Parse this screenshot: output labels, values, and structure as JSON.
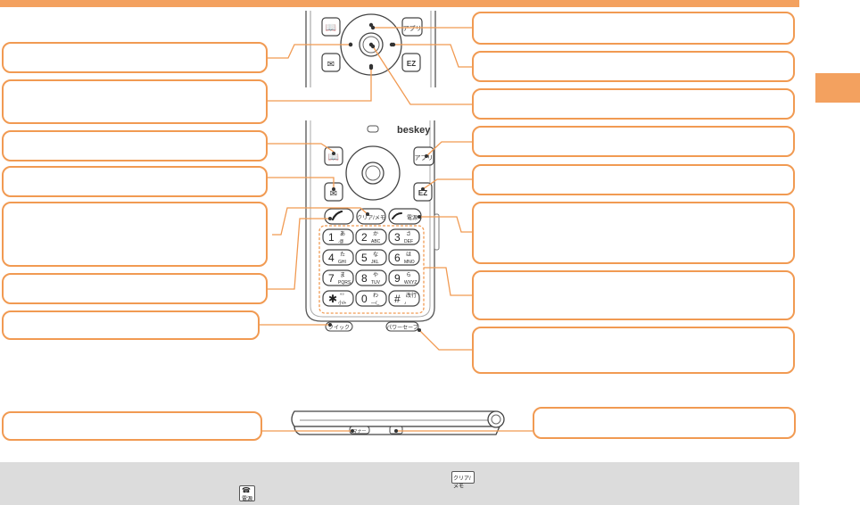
{
  "phone": {
    "brand": "beskey",
    "soft_keys": {
      "phonebook": "📖",
      "app": "アプリ",
      "mail": "✉",
      "ez": "EZ",
      "clear_memo": "クリア/メモ",
      "power_end": "電源",
      "quick": "クイック",
      "power_save": "パワーセーブ",
      "side_manner": "マナー"
    },
    "keypad": [
      {
        "num": "1",
        "kana": "あ",
        "sub": ".@"
      },
      {
        "num": "2",
        "kana": "か",
        "sub": "ABC"
      },
      {
        "num": "3",
        "kana": "さ",
        "sub": "DEF"
      },
      {
        "num": "4",
        "kana": "た",
        "sub": "GHI"
      },
      {
        "num": "5",
        "kana": "な",
        "sub": "JKL"
      },
      {
        "num": "6",
        "kana": "は",
        "sub": "MNO"
      },
      {
        "num": "7",
        "kana": "ま",
        "sub": "PQRS"
      },
      {
        "num": "8",
        "kana": "や",
        "sub": "TUV"
      },
      {
        "num": "9",
        "kana": "ら",
        "sub": "WXYZ"
      },
      {
        "num": "✱",
        "kana": "°°",
        "sub": "小/+"
      },
      {
        "num": "0",
        "kana": "わ",
        "sub": "—/_"
      },
      {
        "num": "#",
        "kana": "改行",
        "sub": "♪"
      }
    ]
  },
  "callouts": {
    "left": [
      "",
      "",
      "",
      "",
      "",
      "",
      ""
    ],
    "right": [
      "",
      "",
      "",
      "",
      "",
      "",
      "",
      ""
    ],
    "side_left": "",
    "side_right": ""
  },
  "footer": {
    "note_line1_before": "",
    "note_line1_after": "",
    "note_line2_before": "",
    "note_line2_after": "",
    "key_clear_memo": "クリア/メモ",
    "key_power": "電源"
  },
  "colors": {
    "accent": "#f3a15f",
    "callout_border": "#f19a52",
    "band": "#dcdcdc"
  }
}
